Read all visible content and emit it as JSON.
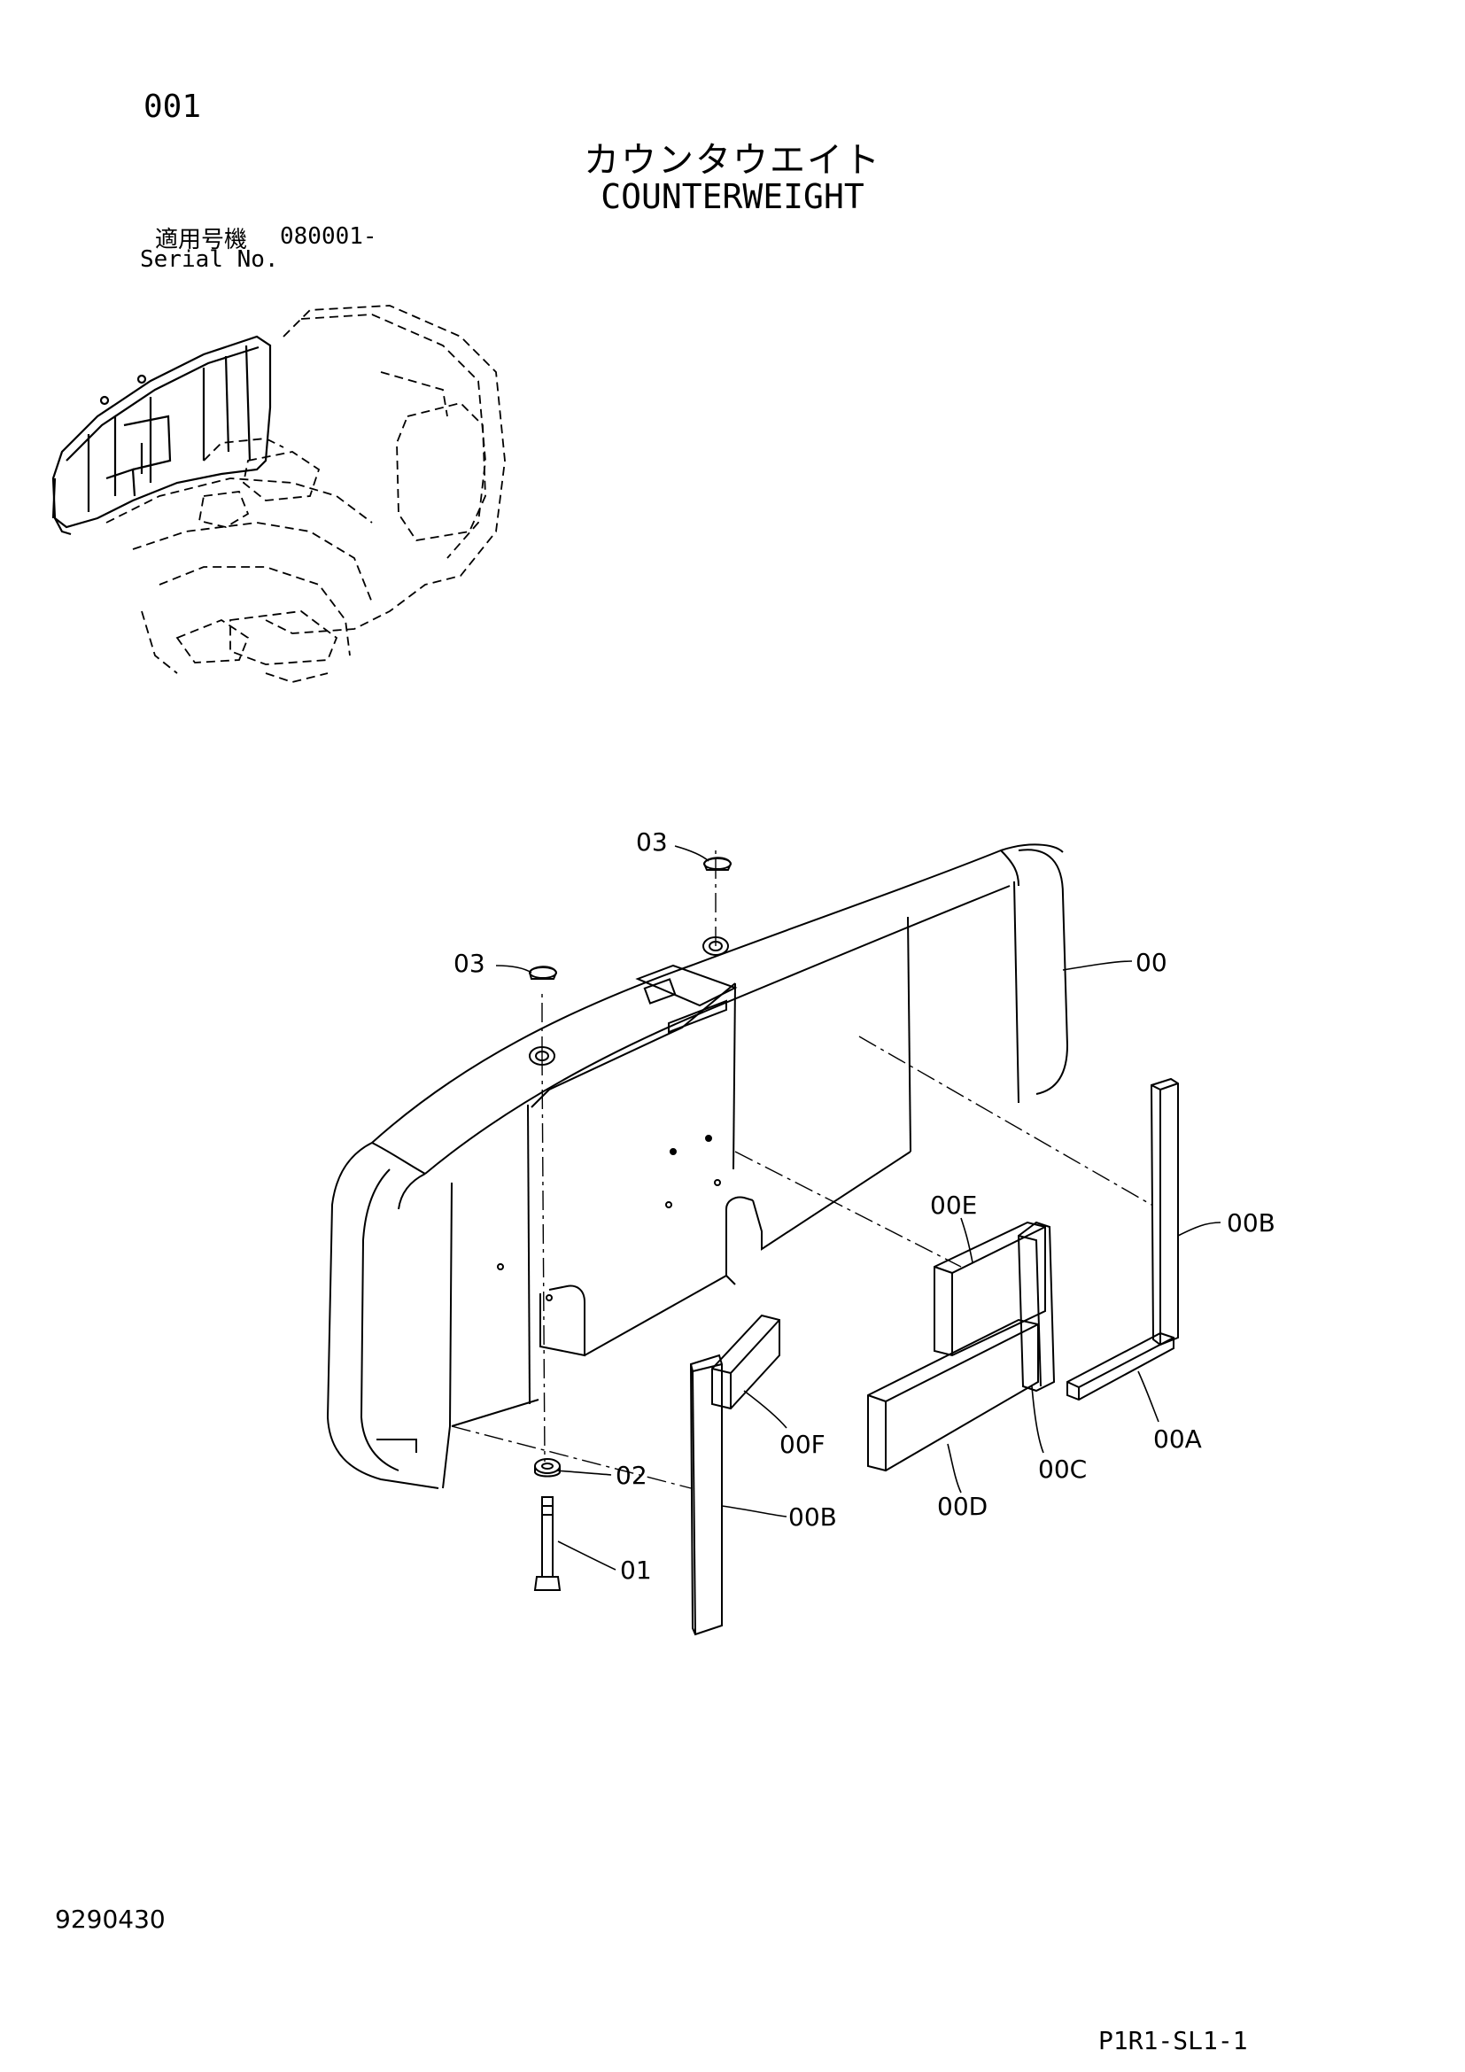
{
  "header": {
    "page_number": "001",
    "title_jp": "カウンタウエイト",
    "title_en": "COUNTERWEIGHT",
    "serial_label_jp": "適用号機",
    "serial_value": "080001-",
    "serial_label_en": "Serial No."
  },
  "callouts": {
    "c03a": "03",
    "c03b": "03",
    "c00": "00",
    "c00E": "00E",
    "c00B_right": "00B",
    "c00F": "00F",
    "c00A": "00A",
    "c00C": "00C",
    "c02": "02",
    "c00B_left": "00B",
    "c00D": "00D",
    "c01": "01"
  },
  "footer": {
    "doc_number": "9290430",
    "page_code": "P1R1-SL1-1"
  }
}
